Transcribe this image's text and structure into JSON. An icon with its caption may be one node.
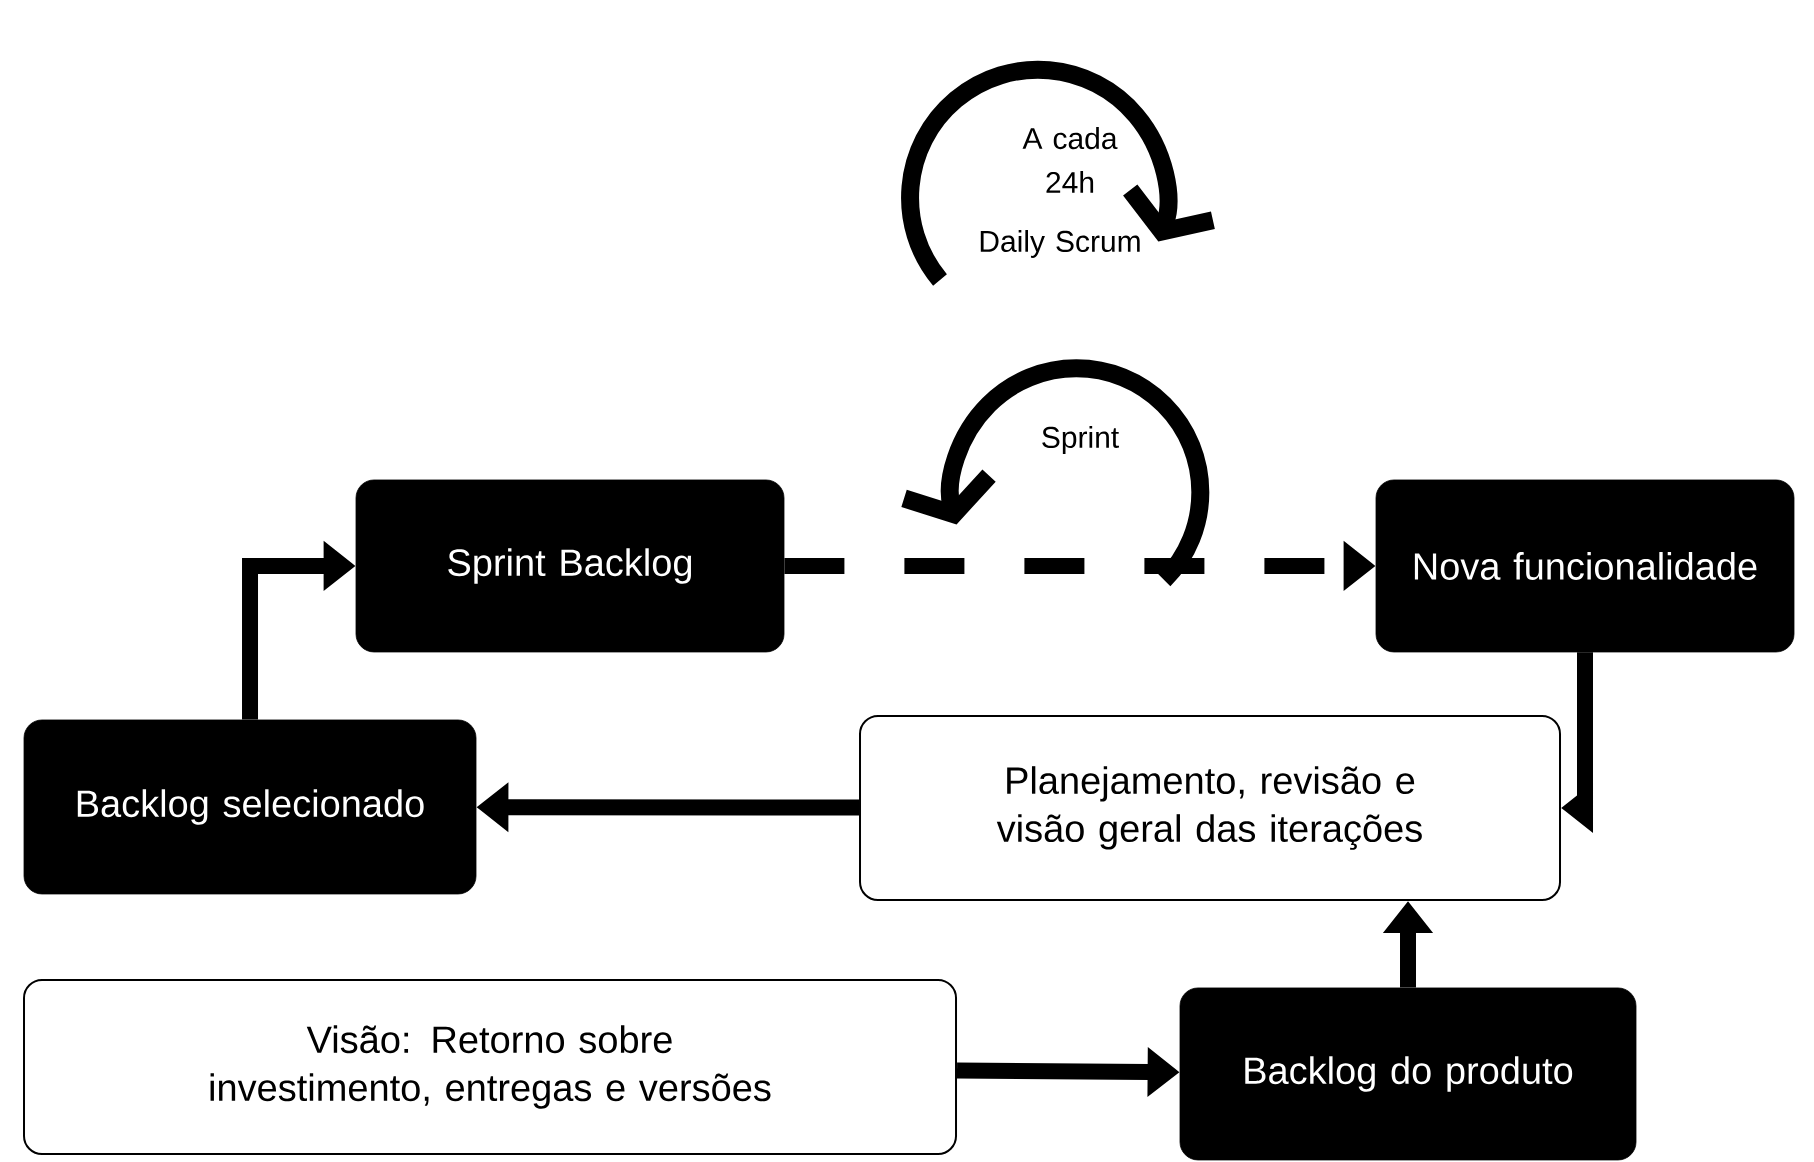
{
  "diagram": {
    "nodes": [
      {
        "text": [
          "Sprint Backlog"
        ]
      },
      {
        "text": [
          "Nova funcionalidade"
        ]
      },
      {
        "text": [
          "Backlog selecionado"
        ]
      },
      {
        "text": [
          "Planejamento, revisão e visão geral das iterações"
        ]
      },
      {
        "text": [
          "Visão: Retorno sobre investimento, entregas e versões"
        ]
      },
      {
        "text": [
          "Backlog do produto"
        ]
      }
    ],
    "edges": [
      {
        "from": 0,
        "to": 1,
        "arrow": "to",
        "style": "dashed"
      },
      {
        "from": 1,
        "to": 3,
        "arrow": "to"
      },
      {
        "from": 3,
        "to": 2,
        "arrow": "to"
      },
      {
        "from": 4,
        "to": 5,
        "arrow": "to"
      },
      {
        "from": 5,
        "to": 3,
        "arrow": "to"
      },
      {
        "from": 2,
        "to": 0,
        "arrow": "to"
      }
    ],
    "labels": [
      "A cada 24h",
      "Daily Scrum",
      "Sprint"
    ]
  }
}
